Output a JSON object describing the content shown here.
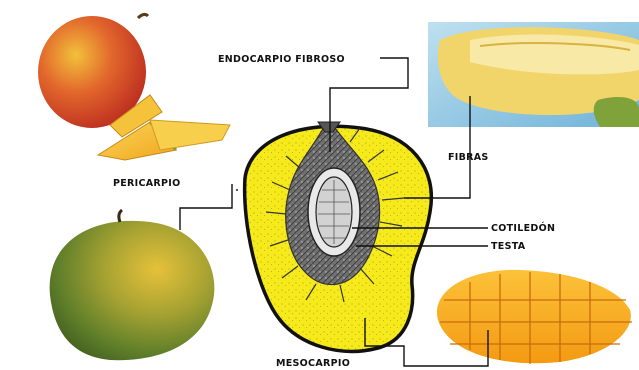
{
  "labels": {
    "endocarpio": "ENDOCARPIO FIBROSO",
    "pericarpio": "PERICARPIO",
    "fibras": "FIBRAS",
    "cotiledon": "COTILEDÓN",
    "testa": "TESTA",
    "mesocarpio": "MESOCARPIO"
  },
  "colors": {
    "mesocarp_yellow": "#f7ea1a",
    "endocarp_gray": "#6e6e6e",
    "mango_red": "#d9362b",
    "mango_green": "#6f8a2a",
    "mango_flesh": "#f6b11a",
    "leader_line": "#111111"
  }
}
